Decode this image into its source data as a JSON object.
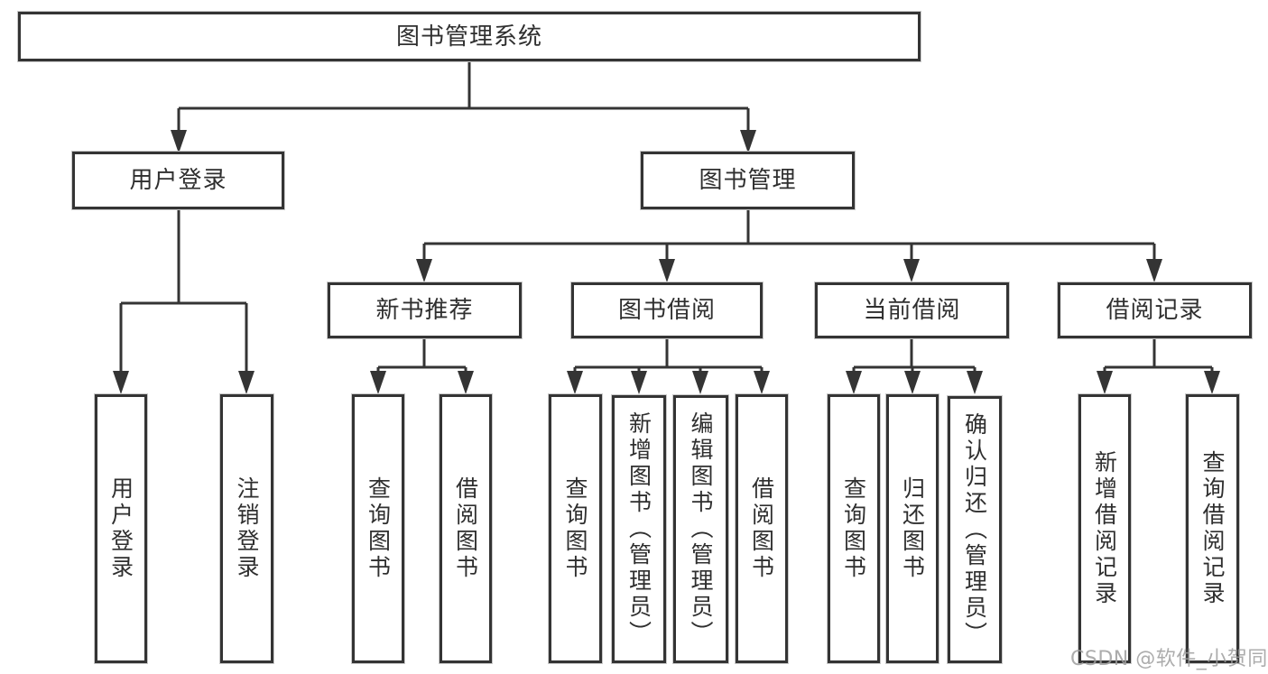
{
  "diagram": {
    "type": "tree-structure-chart",
    "nodes": {
      "root": "图书管理系统",
      "user_login": "用户登录",
      "book_management": "图书管理",
      "new_book_recommend": "新书推荐",
      "book_borrow": "图书借阅",
      "current_borrow": "当前借阅",
      "borrow_record": "借阅记录",
      "leaf_user_login": "用户登录",
      "leaf_logout_login": "注销登录",
      "leaf_query_book_1": "查询图书",
      "leaf_borrow_book_1": "借阅图书",
      "leaf_query_book_2": "查询图书",
      "leaf_add_book_admin": "新增图书（管理员）",
      "leaf_edit_book_admin": "编辑图书（管理员）",
      "leaf_borrow_book_2": "借阅图书",
      "leaf_query_book_3": "查询图书",
      "leaf_return_book": "归还图书",
      "leaf_confirm_return_admin": "确认归还（管理员）",
      "leaf_add_borrow_record": "新增借阅记录",
      "leaf_query_borrow_record": "查询借阅记录"
    },
    "hierarchy": {
      "图书管理系统": {
        "用户登录": [
          "用户登录",
          "注销登录"
        ],
        "图书管理": {
          "新书推荐": [
            "查询图书",
            "借阅图书"
          ],
          "图书借阅": [
            "查询图书",
            "新增图书（管理员）",
            "编辑图书（管理员）",
            "借阅图书"
          ],
          "当前借阅": [
            "查询图书",
            "归还图书",
            "确认归还（管理员）"
          ],
          "借阅记录": [
            "新增借阅记录",
            "查询借阅记录"
          ]
        }
      }
    },
    "colors": {
      "line": "#343434",
      "text": "#2f2f2f",
      "background": "#ffffff",
      "watermark": "#9e9e9e"
    }
  },
  "watermark": "CSDN @软件_小贺同学"
}
